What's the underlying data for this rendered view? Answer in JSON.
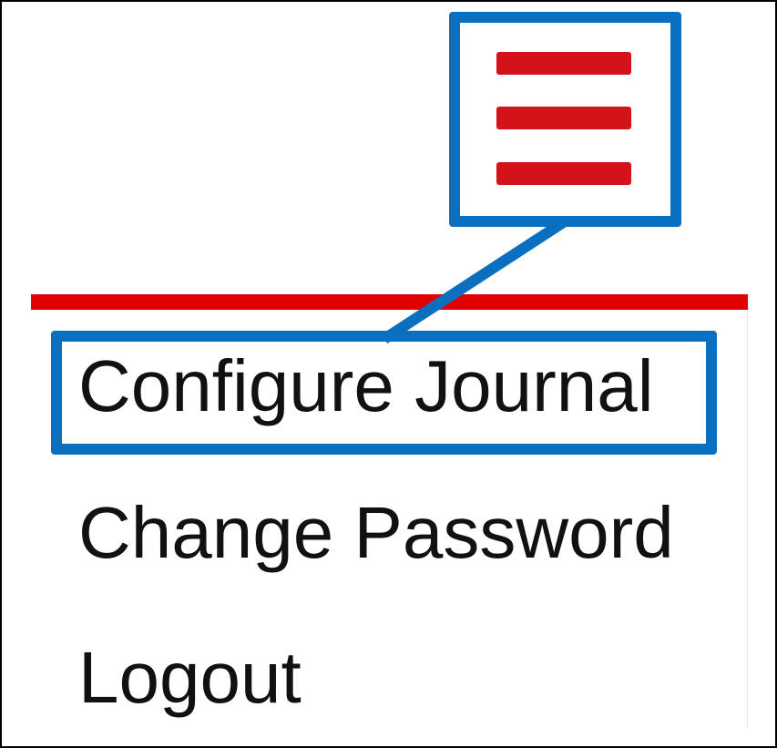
{
  "colors": {
    "accent_red": "#d41219",
    "divider_red": "#e00000",
    "highlight_blue": "#0a6fbf",
    "frame": "#000000"
  },
  "header": {
    "menu_icon": "hamburger-menu-icon"
  },
  "menu": {
    "items": [
      {
        "label": "Configure Journal",
        "highlighted": true
      },
      {
        "label": "Change Password",
        "highlighted": false
      },
      {
        "label": "Logout",
        "highlighted": false
      }
    ]
  }
}
